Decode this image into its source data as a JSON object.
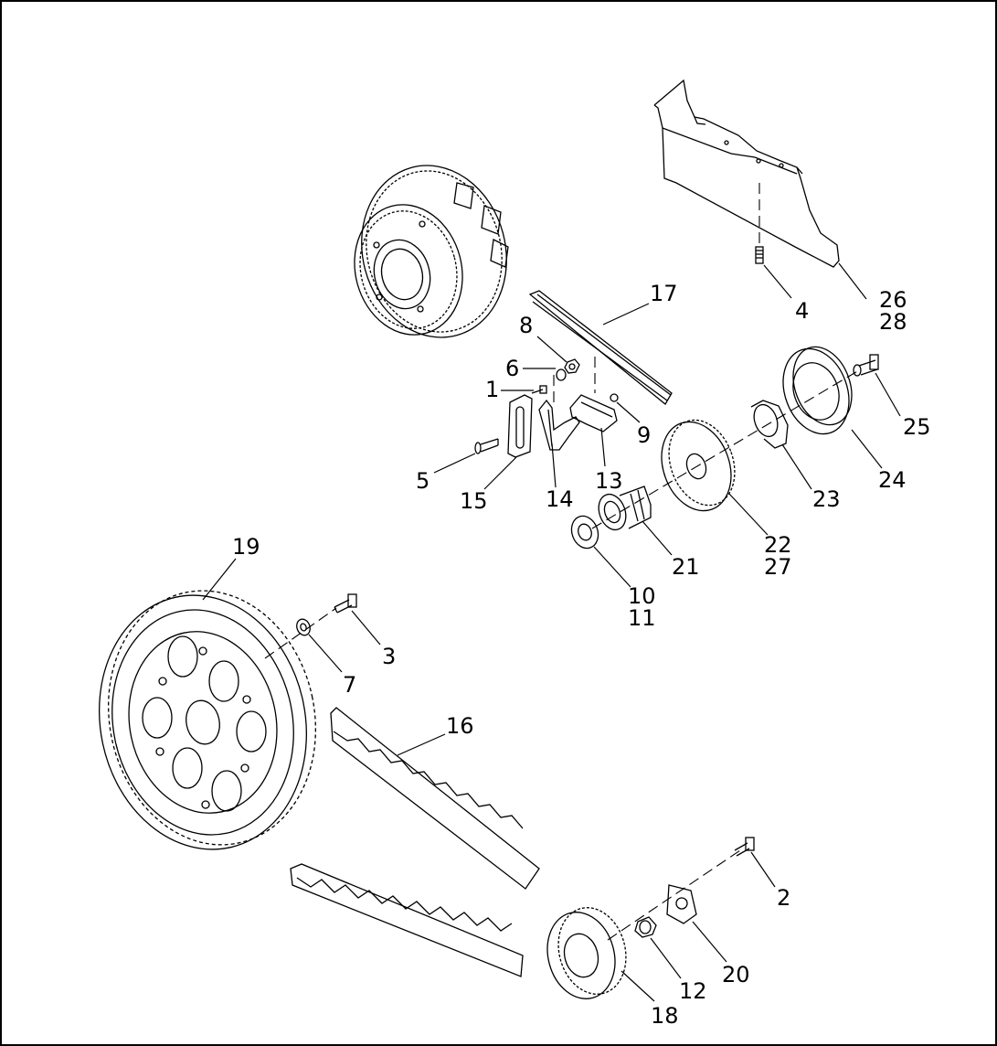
{
  "diagram": {
    "type": "exploded-parts-diagram",
    "line_color": "#000000",
    "background": "#ffffff",
    "callouts": {
      "c1": "1",
      "c2": "2",
      "c3": "3",
      "c4": "4",
      "c5": "5",
      "c6": "6",
      "c7": "7",
      "c8": "8",
      "c9": "9",
      "c10": "10",
      "c11": "11",
      "c12": "12",
      "c13": "13",
      "c14": "14",
      "c15": "15",
      "c16": "16",
      "c17": "17",
      "c18": "18",
      "c19": "19",
      "c20": "20",
      "c21": "21",
      "c22": "22",
      "c23": "23",
      "c24": "24",
      "c25": "25",
      "c26": "26",
      "c27": "27",
      "c28": "28"
    }
  }
}
